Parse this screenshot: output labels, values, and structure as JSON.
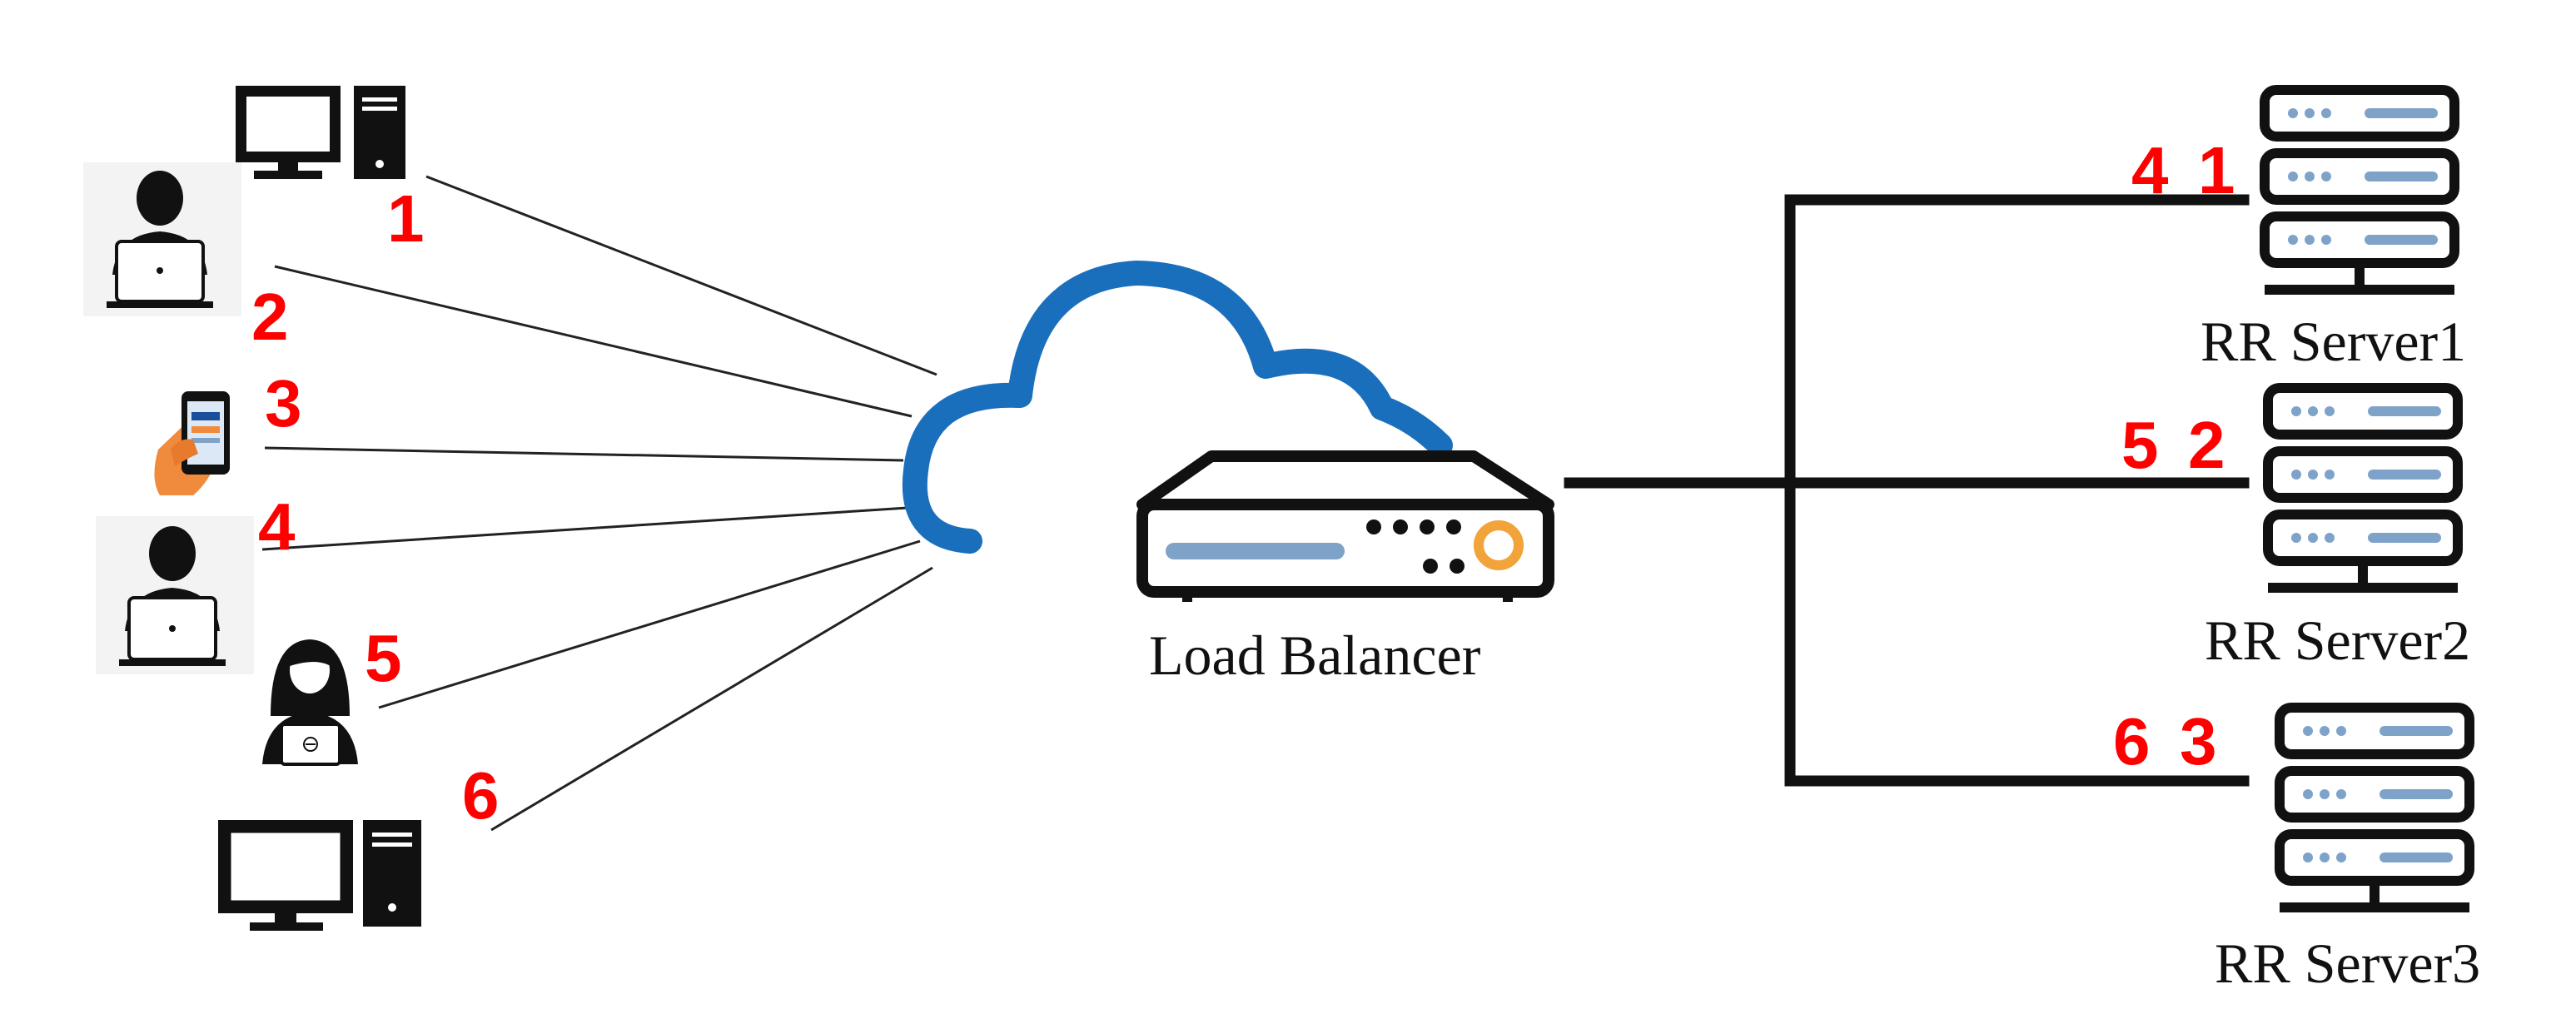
{
  "load_balancer": {
    "label": "Load Balancer"
  },
  "clients": [
    {
      "icon": "desktop-computer-icon",
      "request": "1"
    },
    {
      "icon": "user-laptop-icon",
      "request": "2"
    },
    {
      "icon": "smartphone-hand-icon",
      "request": "3"
    },
    {
      "icon": "user-laptop-icon",
      "request": "4"
    },
    {
      "icon": "woman-laptop-icon",
      "request": "5"
    },
    {
      "icon": "desktop-computer-icon",
      "request": "6"
    }
  ],
  "servers": [
    {
      "label": "RR Server1",
      "assigned": [
        "4",
        "1"
      ]
    },
    {
      "label": "RR Server2",
      "assigned": [
        "5",
        "2"
      ]
    },
    {
      "label": "RR Server3",
      "assigned": [
        "6",
        "3"
      ]
    }
  ],
  "colors": {
    "request_numbers": "#ff0000",
    "cloud": "#1a6fbd",
    "server_accent": "#7fa3c8",
    "balancer_accent": "#f2a33a",
    "phone_hand": "#f08a3c"
  }
}
